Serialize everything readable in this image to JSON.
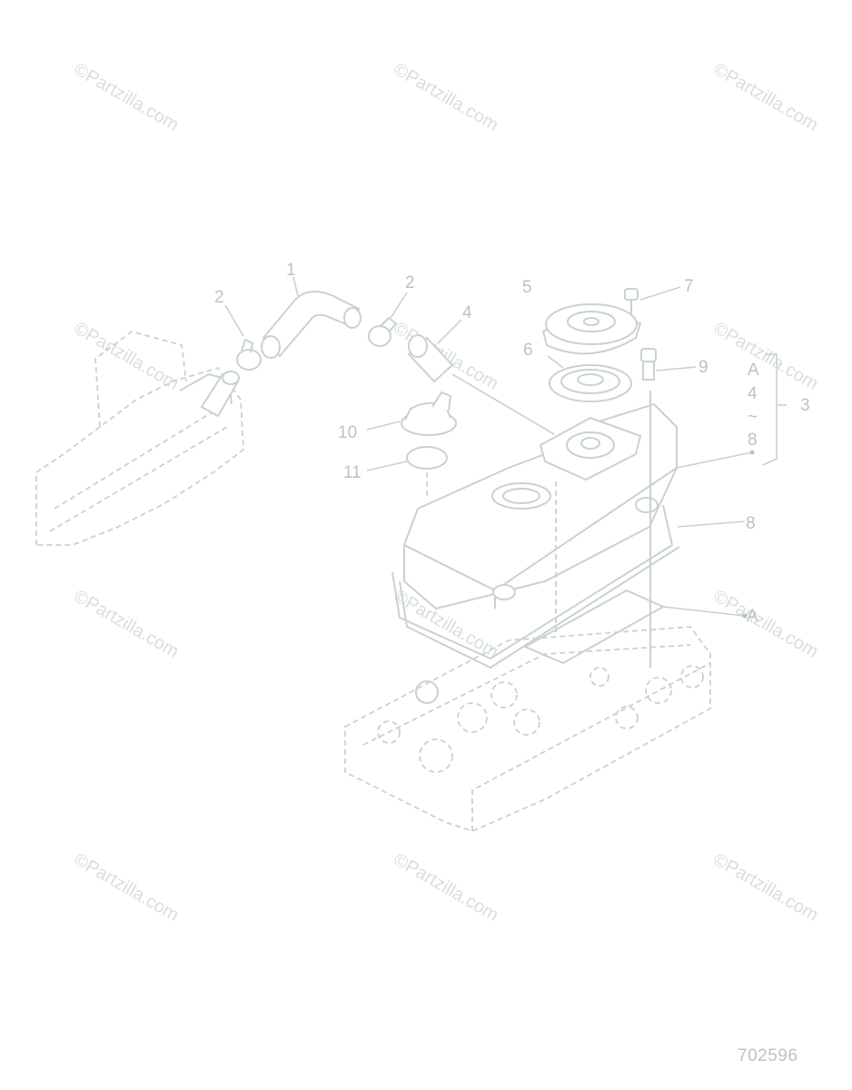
{
  "watermark": "©Partzilla.com",
  "callouts": {
    "c1": "1",
    "c2a": "2",
    "c2b": "2",
    "c3": "3",
    "c4": "4",
    "c5": "5",
    "c6": "6",
    "c7": "7",
    "c8a": "8",
    "c8b": "8",
    "c9": "9",
    "c10": "10",
    "c11": "11",
    "ca1": "A",
    "ca2": "A",
    "range_start": "4",
    "range_sep": "~",
    "range_end": "8"
  },
  "figure_number": "702596"
}
